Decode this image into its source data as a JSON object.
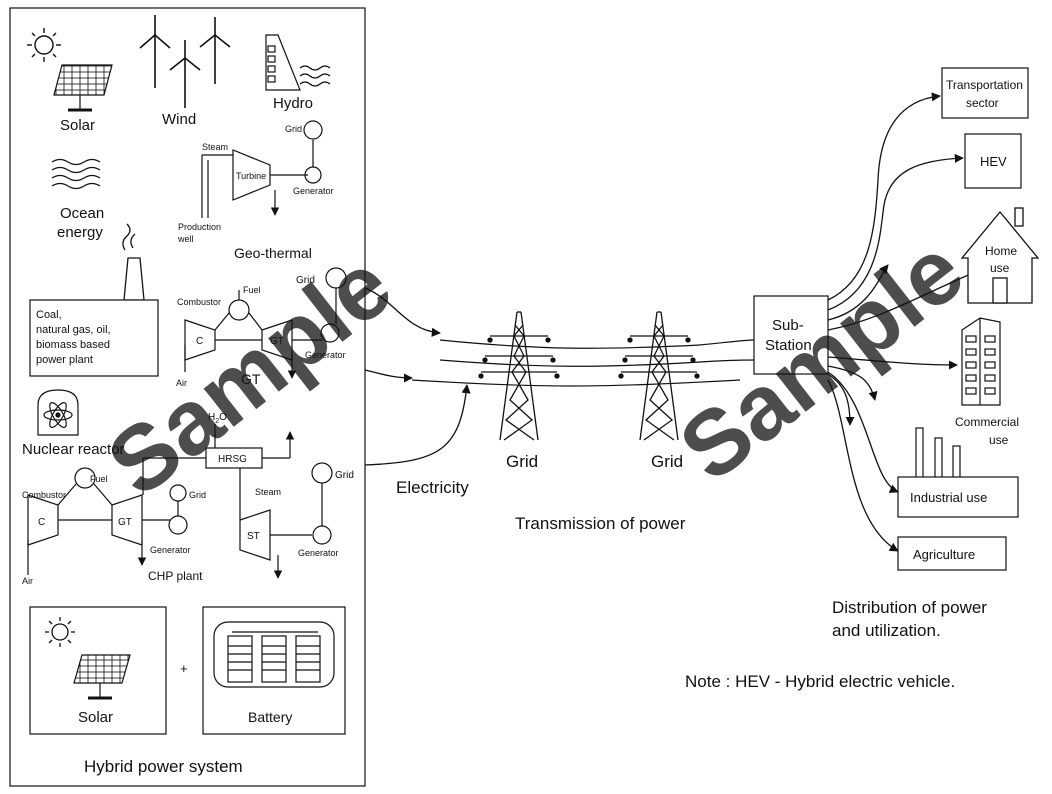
{
  "generation": {
    "solar": "Solar",
    "wind": "Wind",
    "hydro": "Hydro",
    "ocean_line1": "Ocean",
    "ocean_line2": "energy",
    "geothermal": {
      "title": "Geo-thermal",
      "steam": "Steam",
      "turbine": "Turbine",
      "grid": "Grid",
      "generator": "Generator",
      "production_line1": "Production",
      "production_line2": "well"
    },
    "coal_plant_lines": [
      "Coal,",
      "natural gas, oil,",
      "biomass based",
      "power plant"
    ],
    "gt": {
      "title": "GT",
      "combustor": "Combustor",
      "fuel": "Fuel",
      "grid": "Grid",
      "generator": "Generator",
      "air": "Air",
      "c": "C",
      "gt": "GT"
    },
    "nuclear": "Nuclear reactor",
    "chp": {
      "title": "CHP plant",
      "h2o": "H",
      "h2o_sub": "2",
      "h2o_end": "O",
      "hrsg": "HRSG",
      "combustor": "Combustor",
      "fuel": "Fuel",
      "grid_left": "Grid",
      "generator_left": "Generator",
      "air": "Air",
      "c": "C",
      "gt": "GT",
      "steam": "Steam",
      "st": "ST",
      "grid_right": "Grid",
      "generator_right": "Generator"
    },
    "hybrid": {
      "solar": "Solar",
      "plus": "+",
      "battery": "Battery",
      "title": "Hybrid power system"
    }
  },
  "transmission": {
    "electricity": "Electricity",
    "grid_left": "Grid",
    "grid_right": "Grid",
    "title": "Transmission of power"
  },
  "distribution": {
    "substation_line1": "Sub-",
    "substation_line2": "Station",
    "transport_line1": "Transportation",
    "transport_line2": "sector",
    "hev": "HEV",
    "home_line1": "Home",
    "home_line2": "use",
    "commercial_line1": "Commercial",
    "commercial_line2": "use",
    "industrial": "Industrial use",
    "agriculture": "Agriculture",
    "caption_line1": "Distribution of power",
    "caption_line2": "and utilization.",
    "note": "Note : HEV - Hybrid electric vehicle."
  },
  "watermarks": [
    "Sample",
    "Sample"
  ]
}
